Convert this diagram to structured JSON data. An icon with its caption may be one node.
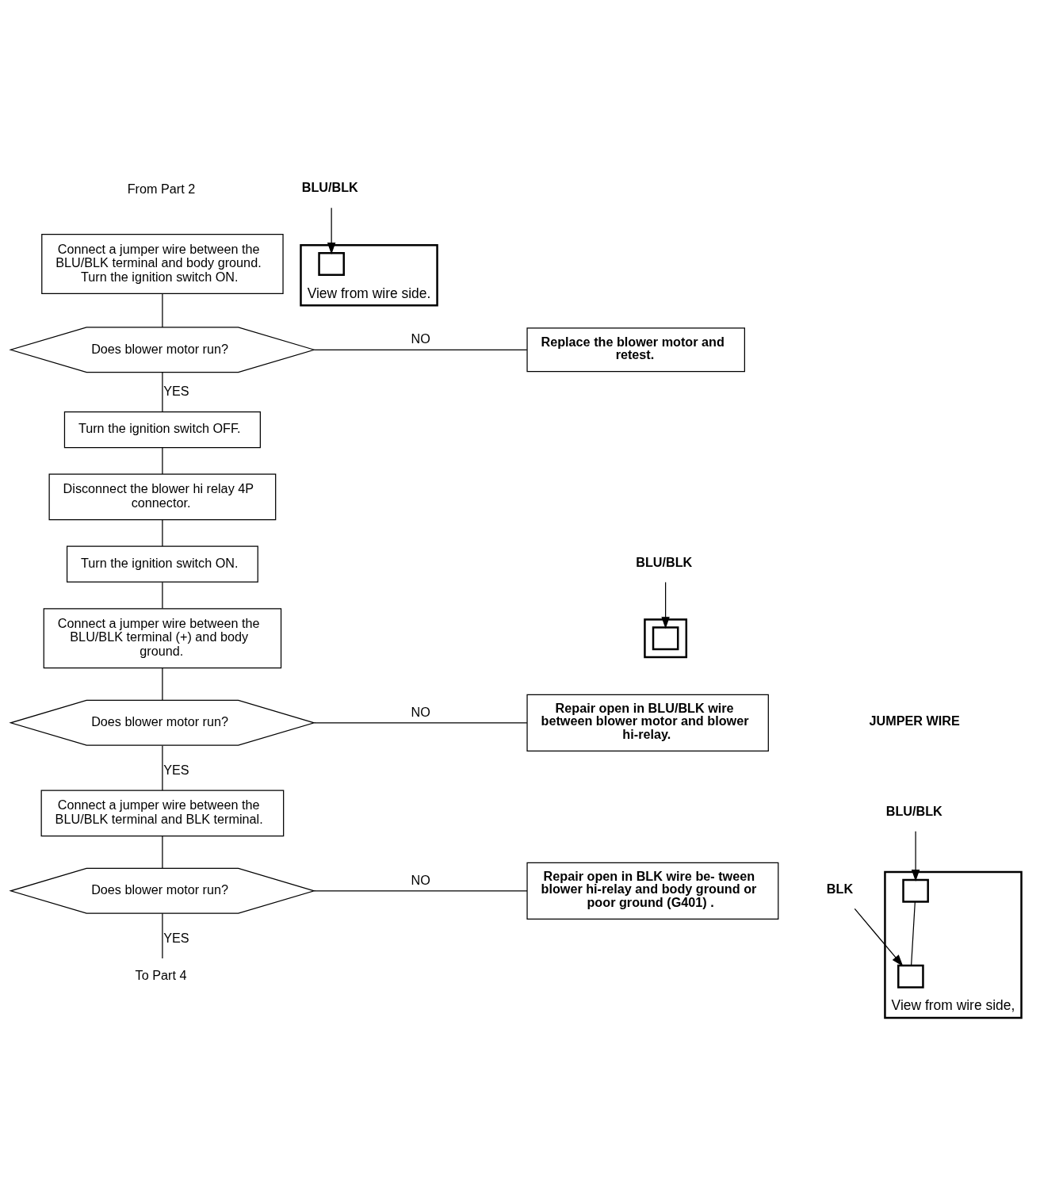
{
  "diagram": {
    "nodes": [
      {
        "text": [
          "From Part 2"
        ]
      },
      {
        "text": [
          "Connect a jumper wire between the BLU/BLK terminal and body ground. Turn the ignition switch ON."
        ]
      },
      {
        "text": [
          "Does blower motor run?"
        ]
      },
      {
        "text": [
          "Replace the blower motor and retest."
        ]
      },
      {
        "text": [
          "Turn the ignition switch OFF."
        ]
      },
      {
        "text": [
          "Disconnect the blower hi relay 4P connector."
        ]
      },
      {
        "text": [
          "Turn the ignition switch ON."
        ]
      },
      {
        "text": [
          "Connect a jumper wire between the BLU/BLK terminal (+) and body ground."
        ]
      },
      {
        "text": [
          "Does blower motor run?"
        ]
      },
      {
        "text": [
          "Repair open in BLU/BLK wire between blower motor and blower hi-relay."
        ]
      },
      {
        "text": [
          "Connect a jumper wire between the BLU/BLK terminal and BLK terminal."
        ]
      },
      {
        "text": [
          "Does blower motor run?"
        ]
      },
      {
        "text": [
          "Repair open in BLK wire be- tween blower hi-relay and body ground or poor ground (G401) ."
        ]
      },
      {
        "text": [
          "To Part 4"
        ]
      },
      {
        "text": [],
        "shape": "box"
      },
      {
        "text": [],
        "shape": "box",
        "in": 14
      },
      {
        "text": [
          "BLU/BLK"
        ]
      },
      {
        "text": [],
        "shape": "box",
        "beside": [
          "View from wire side."
        ]
      },
      {
        "text": [],
        "shape": "box",
        "in": 17
      },
      {
        "text": [
          "BLU/BLK"
        ]
      },
      {
        "text": [],
        "shape": "box",
        "beside": [
          "View from wire side,"
        ]
      },
      {
        "text": [],
        "shape": "box",
        "in": 20
      },
      {
        "text": [],
        "shape": "box",
        "in": 20
      },
      {
        "text": [
          "BLU/BLK"
        ]
      },
      {
        "text": [
          "BLK"
        ]
      }
    ],
    "edges": [
      {
        "from": 1,
        "to": 2,
        "arrow": "none"
      },
      {
        "from": 2,
        "to": 3,
        "arrow": "none",
        "label": "NO"
      },
      {
        "from": 2,
        "to": 4,
        "arrow": "none",
        "label": "YES"
      },
      {
        "from": 4,
        "to": 5,
        "arrow": "none"
      },
      {
        "from": 5,
        "to": 6,
        "arrow": "none"
      },
      {
        "from": 6,
        "to": 7,
        "arrow": "none"
      },
      {
        "from": 7,
        "to": 8,
        "arrow": "none"
      },
      {
        "from": 8,
        "to": 9,
        "arrow": "none",
        "label": "NO"
      },
      {
        "from": 8,
        "to": 10,
        "arrow": "none",
        "label": "YES"
      },
      {
        "from": 10,
        "to": 11,
        "arrow": "none"
      },
      {
        "from": 11,
        "to": 12,
        "arrow": "none",
        "label": "NO"
      },
      {
        "from": 11,
        "to": 13,
        "arrow": "none",
        "label": "YES"
      },
      {
        "from": 16,
        "to": 15,
        "arrow": "to"
      },
      {
        "from": 19,
        "to": 18,
        "arrow": "to"
      },
      {
        "from": 21,
        "to": 22,
        "arrow": "none"
      },
      {
        "from": 23,
        "to": 21,
        "arrow": "to"
      },
      {
        "from": 24,
        "to": 22,
        "arrow": "to"
      }
    ],
    "labels": [
      "JUMPER WIRE"
    ]
  }
}
